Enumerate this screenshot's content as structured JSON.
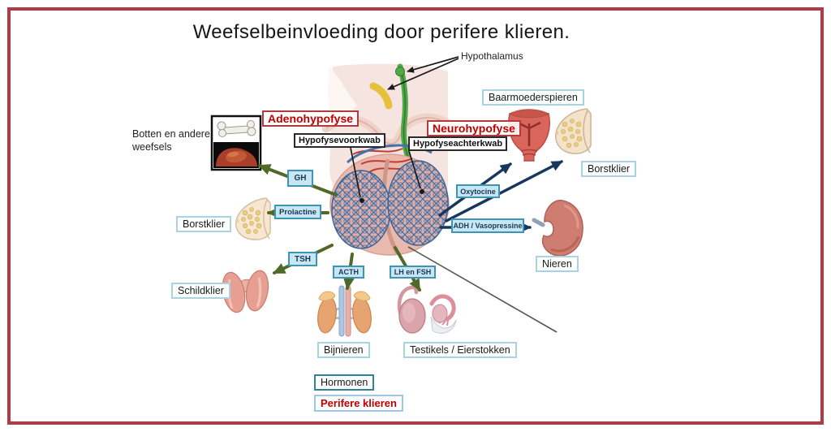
{
  "title": "Weefselbeinvloeding door perifere klieren.",
  "hypothalamus": {
    "label": "Hypothalamus"
  },
  "pituitary": {
    "adenohypofyse": "Adenohypofyse",
    "neurohypofyse": "Neurohypofyse",
    "hypofysevoorkwab": "Hypofysevoorkwab",
    "hypofyseachterkwab": "Hypofyseachterkwab"
  },
  "hormones": {
    "gh": "GH",
    "prolactine": "Prolactine",
    "tsh": "TSH",
    "acth": "ACTH",
    "lh_fsh": "LH en FSH",
    "oxytocine": "Oxytocine",
    "adh": "ADH / Vasopressine"
  },
  "organs": {
    "botten": "Botten en andere weefsels",
    "borstklier_left": "Borstklier",
    "schildklier": "Schildklier",
    "baarmoederspieren": "Baarmoederspieren",
    "borstklier_right": "Borstklier",
    "nieren": "Nieren",
    "bijnieren": "Bijnieren",
    "testikels_eierstokken": "Testikels / Eierstokken"
  },
  "legend": {
    "hormonen": "Hormonen",
    "perifere_klieren": "Perifere klieren"
  },
  "colors": {
    "frame": "#b13a45",
    "hormone_box_bg": "#c8e6f2",
    "hormone_box_border": "#3d94b5",
    "hormone_text": "#17375e",
    "organ_box_border": "#a9d3e3",
    "red_text": "#c00000",
    "red_box_border": "#b23b3b",
    "green_arrow": "#4f6a26",
    "navy_arrow": "#17375d"
  }
}
